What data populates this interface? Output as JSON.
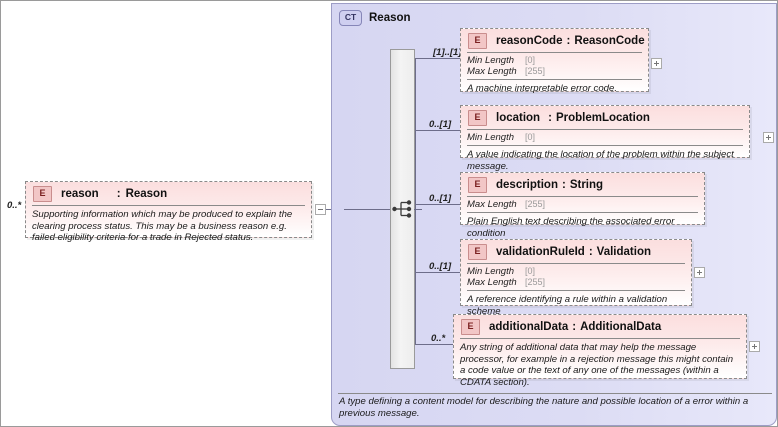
{
  "diagram": {
    "type": "xsd-schema-diagram",
    "colors": {
      "element_fill": "#fbdede",
      "container_fill": "#d9d9f3",
      "icon_element": "#f2c6c6",
      "icon_complextype": "#cfcff0",
      "line": "#6d6d8a"
    }
  },
  "root_element": {
    "icon": "element-icon",
    "icon_label": "E",
    "name": "reason",
    "separator": ":",
    "type": "Reason",
    "cardinality": "0..*",
    "documentation": "Supporting information which may be produced to explain the clearing process status. This may be a business reason e.g. failed eligibility criteria for a trade in Rejected status.",
    "toggle": "minus"
  },
  "complex_type": {
    "icon": "complextype-icon",
    "icon_label": "CT",
    "name": "Reason",
    "compositor": "sequence",
    "documentation": "A type defining a content model for describing the nature and possible location of a error within a previous message."
  },
  "children": [
    {
      "icon_label": "E",
      "name": "reasonCode",
      "separator": ":",
      "type": "ReasonCode",
      "cardinality": "[1]..[1]",
      "facets": [
        {
          "label": "Min Length",
          "value": "[0]"
        },
        {
          "label": "Max Length",
          "value": "[255]"
        }
      ],
      "documentation": "A machine interpretable error code.",
      "toggle": "plus"
    },
    {
      "icon_label": "E",
      "name": "location",
      "separator": ":",
      "type": "ProblemLocation",
      "cardinality": "0..[1]",
      "facets": [
        {
          "label": "Min Length",
          "value": "[0]"
        }
      ],
      "documentation": "A value indicating the location of the problem within the subject message.",
      "toggle": "plus"
    },
    {
      "icon_label": "E",
      "name": "description",
      "separator": ":",
      "type": "String",
      "cardinality": "0..[1]",
      "facets": [
        {
          "label": "Max Length",
          "value": "[255]"
        }
      ],
      "documentation": "Plain English text describing the associated error condition",
      "toggle": "none"
    },
    {
      "icon_label": "E",
      "name": "validationRuleId",
      "separator": ":",
      "type": "Validation",
      "cardinality": "0..[1]",
      "facets": [
        {
          "label": "Min Length",
          "value": "[0]"
        },
        {
          "label": "Max Length",
          "value": "[255]"
        }
      ],
      "documentation": "A reference identifying a rule within a validation scheme",
      "toggle": "plus"
    },
    {
      "icon_label": "E",
      "name": "additionalData",
      "separator": ":",
      "type": "AdditionalData",
      "cardinality": "0..*",
      "facets": [],
      "documentation": "Any string of additional data that may help the message processor, for example in a rejection message this might contain a code value or the text of any one of the messages (within a CDATA section).",
      "toggle": "plus"
    }
  ]
}
